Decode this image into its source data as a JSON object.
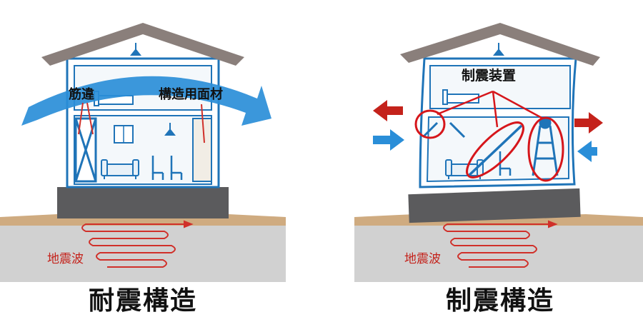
{
  "left_panel": {
    "caption": "耐震構造",
    "label_brace": "筋違",
    "label_panel": "構造用面材",
    "label_wave": "地震波"
  },
  "right_panel": {
    "caption": "制震構造",
    "label_device": "制震装置",
    "label_wave": "地震波"
  },
  "colors": {
    "roof": "#8a7f7b",
    "wall_line": "#1f74b8",
    "wall_fill": "#ffffff",
    "foundation": "#5b5b5d",
    "ground_top": "#cfab80",
    "ground": "#d1d1d1",
    "wave": "#d0302a",
    "arrow_blue": "#2a8ed8",
    "arrow_red": "#c4221b",
    "callout": "#d6161b"
  },
  "icons": [
    "sway-arrow-icon",
    "force-arrow-icon",
    "pendant-lamp-icon",
    "sofa-icon",
    "chair-icon",
    "bed-icon",
    "window-icon"
  ]
}
